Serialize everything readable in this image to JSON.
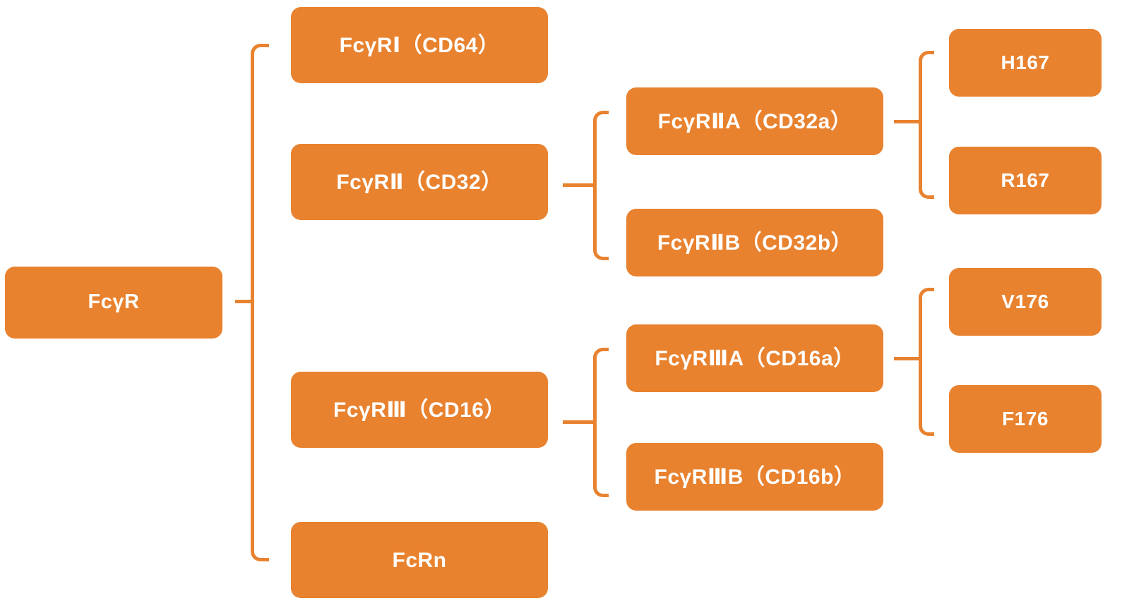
{
  "diagram": {
    "title": "Fc gamma receptor family classification",
    "accent_color": "#E8822F",
    "text_color": "#FFFFFF",
    "background_color": "#FFFFFF"
  },
  "nodes": {
    "root": {
      "label": "FcγR"
    },
    "level2": [
      {
        "label": "FcγRⅠ（CD64）"
      },
      {
        "label": "FcγRⅡ（CD32）"
      },
      {
        "label": "FcγRⅢ（CD16）"
      },
      {
        "label": "FcRn"
      }
    ],
    "level3": [
      {
        "label": "FcγRⅡA（CD32a）"
      },
      {
        "label": "FcγRⅡB（CD32b）"
      },
      {
        "label": "FcγRⅢA（CD16a）"
      },
      {
        "label": "FcγRⅢB（CD16b）"
      }
    ],
    "level4": [
      {
        "label": "H167"
      },
      {
        "label": "R167"
      },
      {
        "label": "V176"
      },
      {
        "label": "F176"
      }
    ]
  },
  "connectors": [
    {
      "name": "root-to-level2-bracket",
      "children": 4
    },
    {
      "name": "fcgr2-to-subtypes-bracket",
      "children": 2
    },
    {
      "name": "fcgr3-to-subtypes-bracket",
      "children": 2
    },
    {
      "name": "fcgr2a-to-variants-bracket",
      "children": 2
    },
    {
      "name": "fcgr3a-to-variants-bracket",
      "children": 2
    }
  ]
}
